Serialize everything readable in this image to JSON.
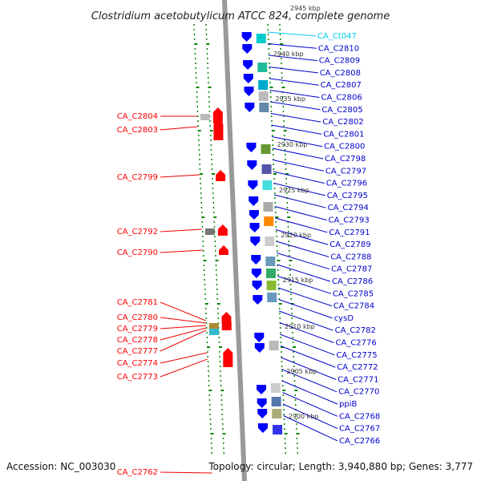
{
  "header": {
    "title": "Clostridium acetobutylicum ATCC 824, complete genome",
    "top_label": "2945 kbp"
  },
  "footer": {
    "accession": "Accession: NC_003030",
    "stats": "Topology: circular; Length: 3,940,880 bp; Genes: 3,777"
  },
  "kbp_labels": [
    "2940 kbp",
    "2935 kbp",
    "2930 kbp",
    "2925 kbp",
    "2920 kbp",
    "2915 kbp",
    "2910 kbp",
    "2905 kbp",
    "2900 kbp"
  ],
  "left_labels": [
    "CA_C2804",
    "CA_C2803",
    "CA_C2799",
    "CA_C2792",
    "CA_C2790",
    "CA_C2781",
    "CA_C2780",
    "CA_C2779",
    "CA_C2778",
    "CA_C2777",
    "CA_C2774",
    "CA_C2773",
    "CA_C2762"
  ],
  "right_labels": [
    "CA_Ct047",
    "CA_C2810",
    "CA_C2809",
    "CA_C2808",
    "CA_C2807",
    "CA_C2806",
    "CA_C2805",
    "CA_C2802",
    "CA_C2801",
    "CA_C2800",
    "CA_C2798",
    "CA_C2797",
    "CA_C2796",
    "CA_C2795",
    "CA_C2794",
    "CA_C2793",
    "CA_C2791",
    "CA_C2789",
    "CA_C2788",
    "CA_C2787",
    "CA_C2786",
    "CA_C2785",
    "CA_C2784",
    "cysD",
    "CA_C2782",
    "CA_C2776",
    "CA_C2775",
    "CA_C2772",
    "CA_C2771",
    "CA_C2770",
    "ppiB",
    "CA_C2768",
    "CA_C2767",
    "CA_C2766"
  ],
  "colors": {
    "forward_gene": "#ff0000",
    "reverse_gene": "#0000ff",
    "trna": "#00ccee",
    "backbone": "#999999",
    "gc_track": "#008800",
    "label_line_reverse": "#0000cc",
    "label_line_forward": "#ee0000"
  }
}
